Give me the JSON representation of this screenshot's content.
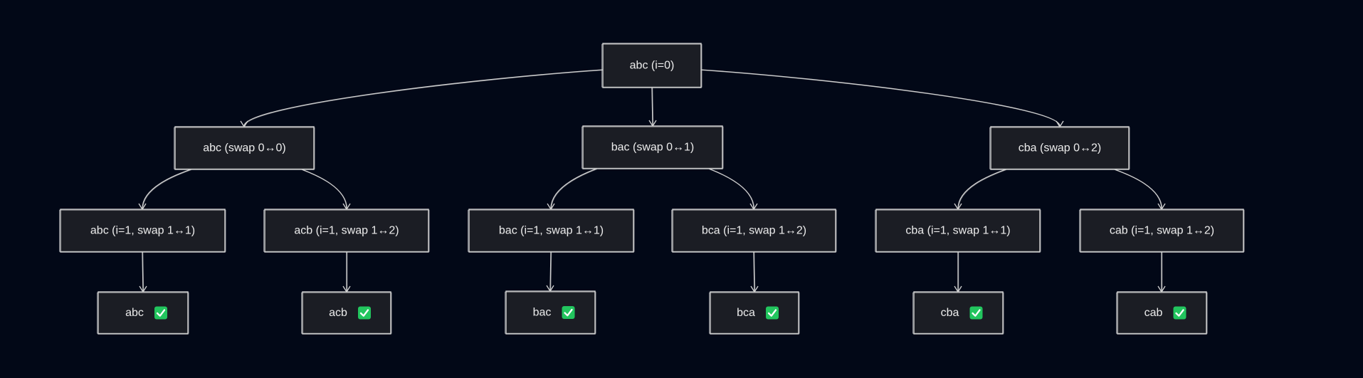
{
  "nodes": [
    {
      "id": "root",
      "label": "abc (i=0)",
      "done": false
    },
    {
      "id": "l1-0",
      "label": "abc (swap 0↔0)",
      "done": false
    },
    {
      "id": "l1-1",
      "label": "bac (swap 0↔1)",
      "done": false
    },
    {
      "id": "l1-2",
      "label": "cba (swap 0↔2)",
      "done": false
    },
    {
      "id": "l2-0",
      "label": "abc (i=1, swap 1↔1)",
      "done": false
    },
    {
      "id": "l2-1",
      "label": "acb (i=1, swap 1↔2)",
      "done": false
    },
    {
      "id": "l2-2",
      "label": "bac (i=1, swap 1↔1)",
      "done": false
    },
    {
      "id": "l2-3",
      "label": "bca (i=1, swap 1↔2)",
      "done": false
    },
    {
      "id": "l2-4",
      "label": "cba (i=1, swap 1↔1)",
      "done": false
    },
    {
      "id": "l2-5",
      "label": "cab (i=1, swap 1↔2)",
      "done": false
    },
    {
      "id": "leaf-0",
      "label": "abc",
      "done": true
    },
    {
      "id": "leaf-1",
      "label": "acb",
      "done": true
    },
    {
      "id": "leaf-2",
      "label": "bac",
      "done": true
    },
    {
      "id": "leaf-3",
      "label": "bca",
      "done": true
    },
    {
      "id": "leaf-4",
      "label": "cba",
      "done": true
    },
    {
      "id": "leaf-5",
      "label": "cab",
      "done": true
    }
  ],
  "edges": [
    {
      "from": "root",
      "to": "l1-0"
    },
    {
      "from": "root",
      "to": "l1-1"
    },
    {
      "from": "root",
      "to": "l1-2"
    },
    {
      "from": "l1-0",
      "to": "l2-0"
    },
    {
      "from": "l1-0",
      "to": "l2-1"
    },
    {
      "from": "l1-1",
      "to": "l2-2"
    },
    {
      "from": "l1-1",
      "to": "l2-3"
    },
    {
      "from": "l1-2",
      "to": "l2-4"
    },
    {
      "from": "l1-2",
      "to": "l2-5"
    },
    {
      "from": "l2-0",
      "to": "leaf-0"
    },
    {
      "from": "l2-1",
      "to": "leaf-1"
    },
    {
      "from": "l2-2",
      "to": "leaf-2"
    },
    {
      "from": "l2-3",
      "to": "leaf-3"
    },
    {
      "from": "l2-4",
      "to": "leaf-4"
    },
    {
      "from": "l2-5",
      "to": "leaf-5"
    }
  ],
  "icons": {
    "done": "check-mark-icon"
  },
  "colors": {
    "background": "#020817",
    "node_fill": "#1b1d24",
    "stroke": "#d6d6d6",
    "text": "#ececec",
    "check": "#22c55e"
  }
}
